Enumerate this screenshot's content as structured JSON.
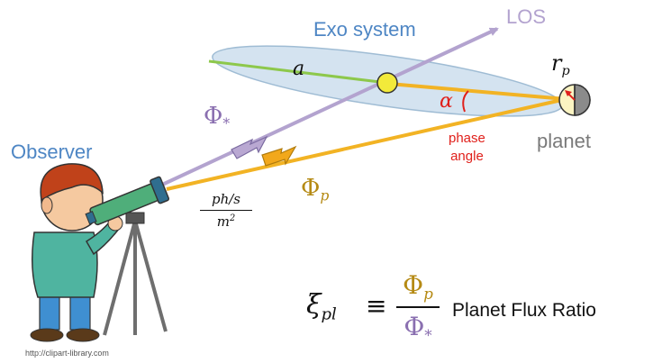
{
  "labels": {
    "exo_system": "Exo system",
    "los": "LOS",
    "observer": "Observer",
    "planet": "planet",
    "phase_angle_line1": "phase",
    "phase_angle_line2": "angle",
    "alpha_green": "a",
    "alpha_red": "α",
    "r_p": "r",
    "r_p_sub": "p",
    "phi_star": "Φ",
    "phi_star_sub": "*",
    "phi_p": "Φ",
    "phi_p_sub": "p",
    "unit_num": "ph/s",
    "unit_den": "m",
    "unit_den_exp": "2",
    "xi": "ξ",
    "xi_sub": "pl",
    "equiv": "≡",
    "frac_num": "Φ",
    "frac_num_sub": "p",
    "frac_den": "Φ",
    "frac_den_sub": "*",
    "flux_ratio": "Planet Flux Ratio",
    "credit": "http://clipart-library.com"
  },
  "colors": {
    "orbit_fill": "#cfe0ee",
    "orbit_stroke": "#9fbcd4",
    "los_line": "#b3a3cf",
    "stellar_arrow": "#b9a8d2",
    "planet_light_path": "#f2b324",
    "green_line": "#8dc84b",
    "star": "#f2ea3a",
    "red": "#e0201b",
    "blue_text": "#4e86c4",
    "gray_text": "#7a7a7a",
    "gold_text": "#b58a14",
    "purple_text": "#8a6fb0"
  }
}
